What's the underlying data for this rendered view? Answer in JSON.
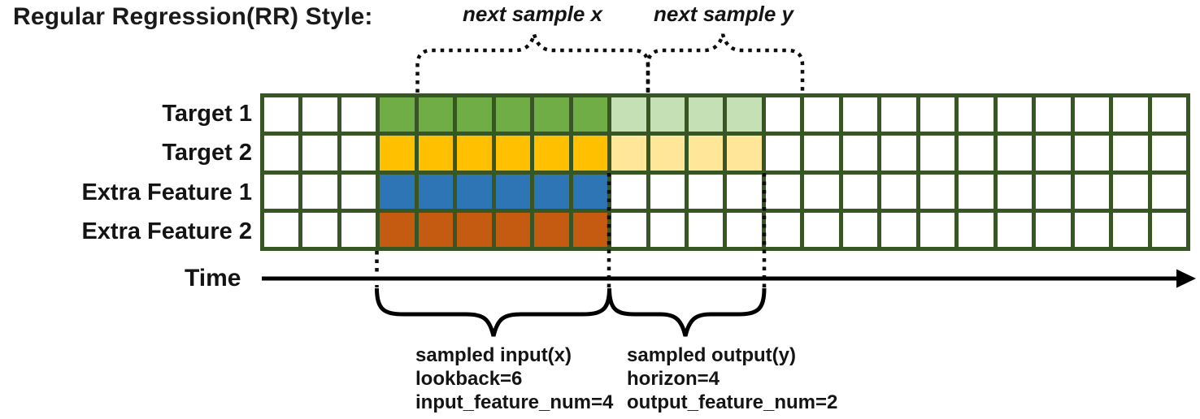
{
  "title": "Regular Regression(RR) Style:",
  "time_axis_label": "Time",
  "annotations": {
    "next_sample_x": "next sample x",
    "next_sample_y": "next sample y",
    "input_lines": [
      "sampled input(x)",
      "lookback=6",
      "input_feature_num=4"
    ],
    "output_lines": [
      "sampled output(y)",
      "horizon=4",
      "output_feature_num=2"
    ]
  },
  "grid": {
    "columns": 24,
    "lookback_start_col": 3,
    "lookback": 6,
    "horizon": 4,
    "border_color": "#375623",
    "empty_cell_color": "#ffffff",
    "rows_spec": [
      {
        "label": "Target 1",
        "lookback_color": "#70AD47",
        "horizon_color": "#C5E0B4"
      },
      {
        "label": "Target 2",
        "lookback_color": "#FFC000",
        "horizon_color": "#FFE699"
      },
      {
        "label": "Extra Feature 1",
        "lookback_color": "#2E75B6",
        "horizon_color": null
      },
      {
        "label": "Extra Feature 2",
        "lookback_color": "#C55A11",
        "horizon_color": null
      }
    ]
  },
  "line_colors": {
    "dotted": "#0d0d0d",
    "solid": "#000000"
  }
}
